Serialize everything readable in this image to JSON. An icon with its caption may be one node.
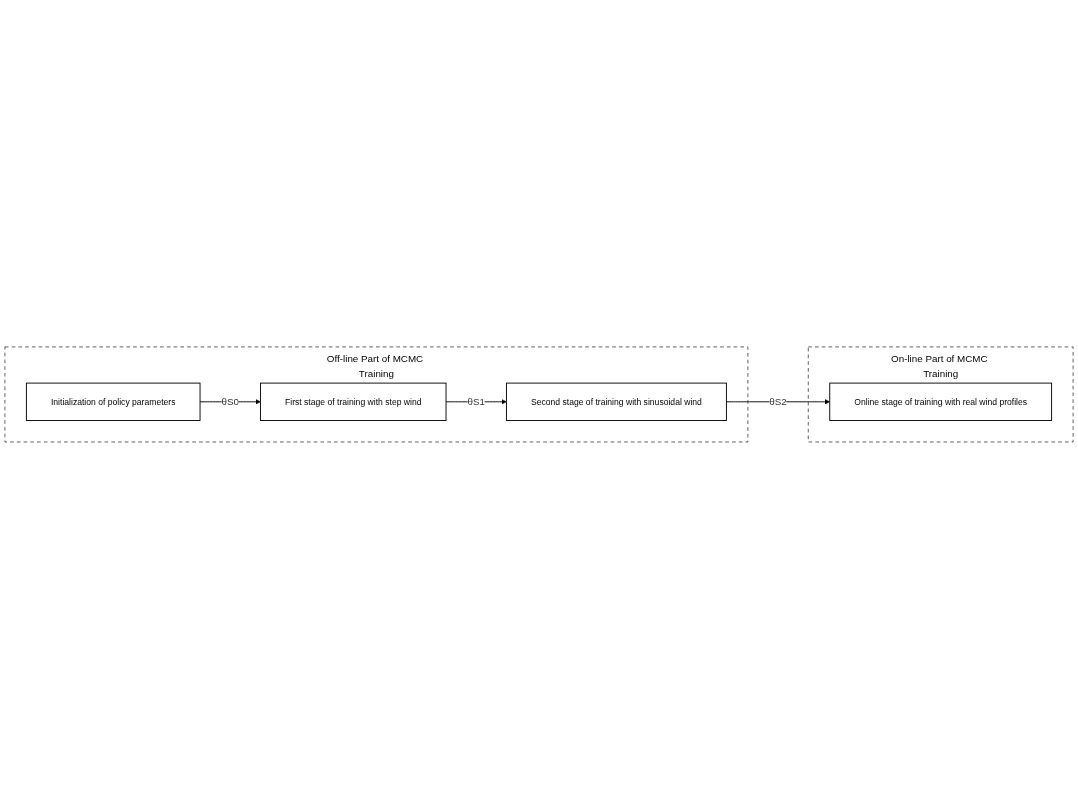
{
  "diagram": {
    "nodes": [
      {
        "text": [
          "Off-line Part of MCMC Training"
        ]
      },
      {
        "text": [
          "Initialization of policy parameters"
        ],
        "in": 0
      },
      {
        "text": [
          "First stage of training with step wind"
        ],
        "in": 0
      },
      {
        "text": [
          "Second stage of training with sinusoidal wind"
        ],
        "in": 0
      },
      {
        "text": [
          "On-line Part of MCMC Training"
        ]
      },
      {
        "text": [
          "Online stage of training with real wind profiles"
        ],
        "in": 4
      }
    ],
    "edges": [
      {
        "from": 1,
        "to": 2,
        "arrow": "to",
        "label": "θS0"
      },
      {
        "from": 2,
        "to": 3,
        "arrow": "to",
        "label": "θS1"
      },
      {
        "from": 3,
        "to": 5,
        "arrow": "to",
        "label": "θS2"
      }
    ]
  }
}
